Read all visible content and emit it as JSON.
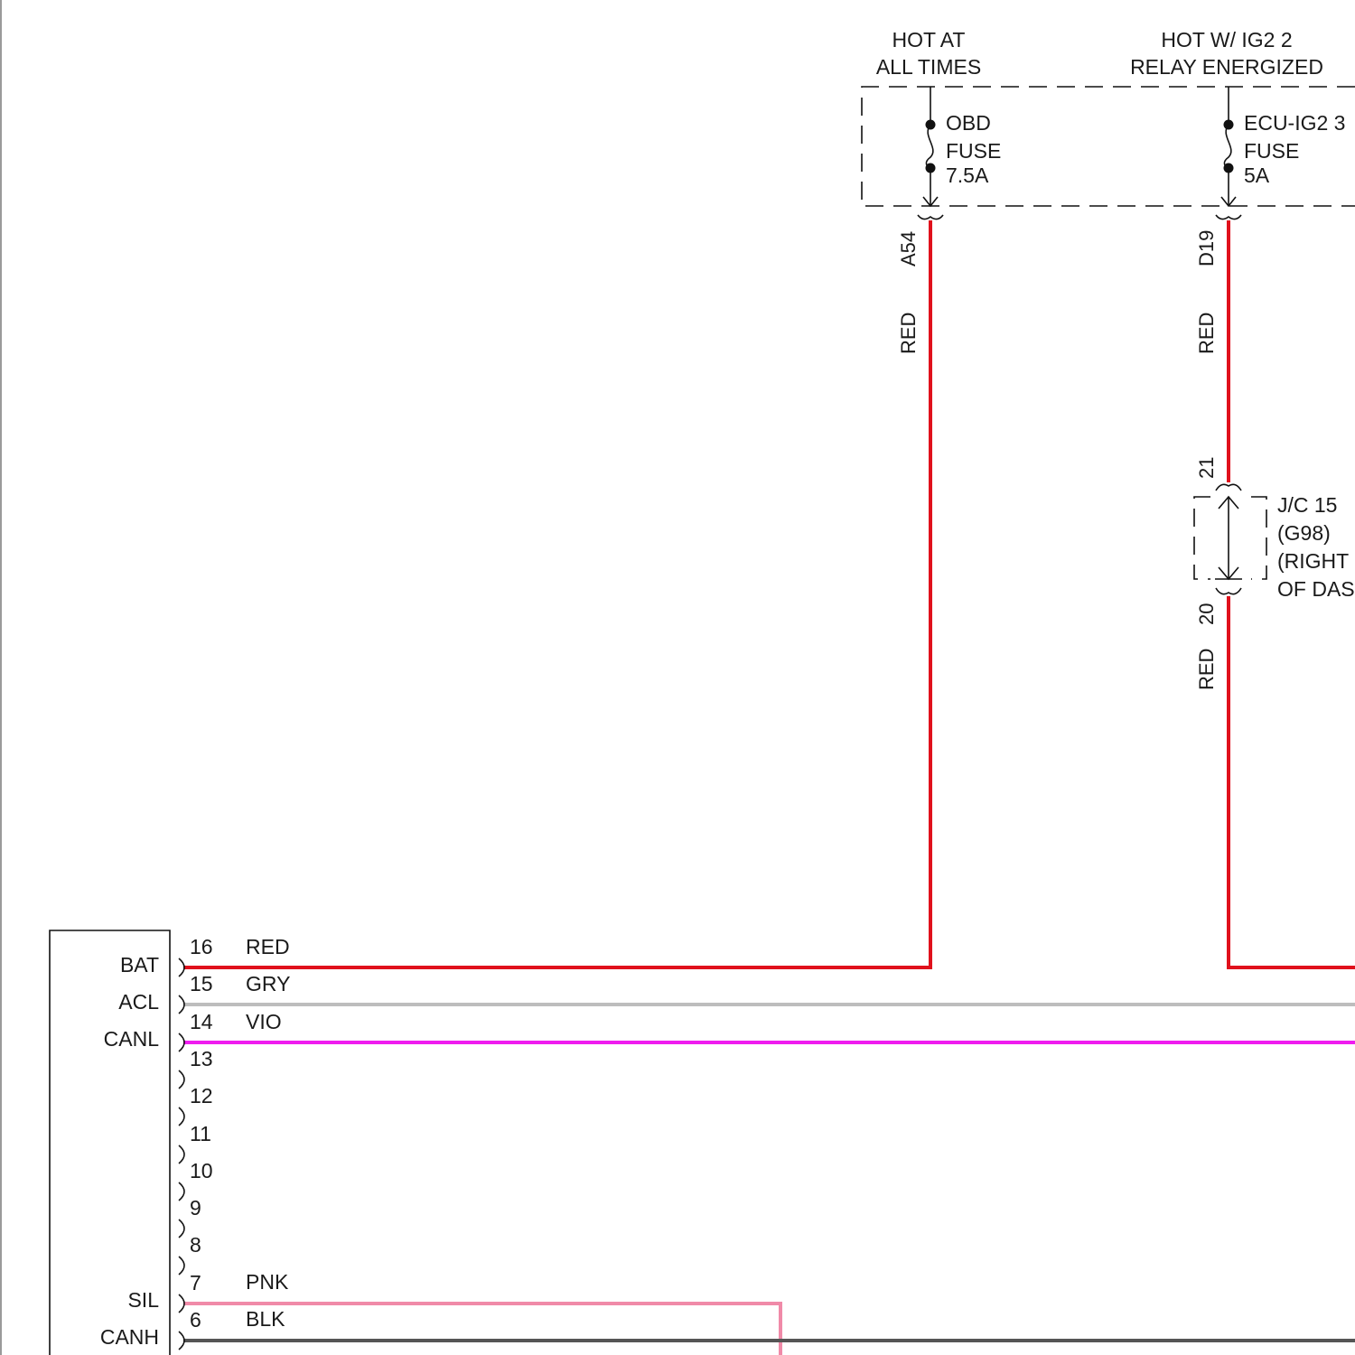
{
  "colors": {
    "red": "#e0111c",
    "gray": "#bdbdbd",
    "violet": "#ef1cef",
    "pink": "#f08aa8",
    "black": "#555555",
    "outline": "#111111"
  },
  "power_sources": {
    "left": {
      "line1": "HOT AT",
      "line2": "ALL TIMES",
      "fuse_name": "OBD",
      "fuse_word": "FUSE",
      "fuse_rating": "7.5A",
      "terminal": "A54",
      "wire_color": "RED"
    },
    "right": {
      "line1": "HOT W/ IG2 2",
      "line2": "RELAY ENERGIZED",
      "fuse_name": "ECU-IG2 3",
      "fuse_word": "FUSE",
      "fuse_rating": "5A",
      "terminal": "D19",
      "wire_color_upper": "RED",
      "wire_color_lower": "RED"
    }
  },
  "junction": {
    "pin_in": "21",
    "pin_out": "20",
    "line1": "J/C 15",
    "line2": "(G98)",
    "line3": "(RIGHT",
    "line4": "OF DAS"
  },
  "connector": {
    "pins": [
      {
        "num": "16",
        "name": "BAT",
        "wire": "RED"
      },
      {
        "num": "15",
        "name": "ACL",
        "wire": "GRY"
      },
      {
        "num": "14",
        "name": "CANL",
        "wire": "VIO"
      },
      {
        "num": "13",
        "name": "",
        "wire": ""
      },
      {
        "num": "12",
        "name": "",
        "wire": ""
      },
      {
        "num": "11",
        "name": "",
        "wire": ""
      },
      {
        "num": "10",
        "name": "",
        "wire": ""
      },
      {
        "num": "9",
        "name": "",
        "wire": ""
      },
      {
        "num": "8",
        "name": "",
        "wire": ""
      },
      {
        "num": "7",
        "name": "SIL",
        "wire": "PNK"
      },
      {
        "num": "6",
        "name": "CANH",
        "wire": "BLK"
      }
    ]
  }
}
